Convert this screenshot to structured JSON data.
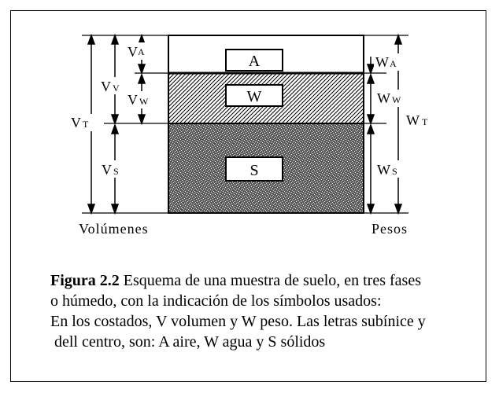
{
  "diagram": {
    "phases": {
      "air": "A",
      "water": "W",
      "solids": "S"
    },
    "volume_labels": {
      "va": {
        "main": "V",
        "sub": "A"
      },
      "vv": {
        "main": "V",
        "sub": "V"
      },
      "vw": {
        "main": "V",
        "sub": "W"
      },
      "vt": {
        "main": "V",
        "sub": "T"
      },
      "vs": {
        "main": "V",
        "sub": "S"
      }
    },
    "weight_labels": {
      "wa": {
        "main": "W",
        "sub": "A"
      },
      "ww": {
        "main": "W",
        "sub": "W"
      },
      "wt": {
        "main": "W",
        "sub": "T"
      },
      "ws": {
        "main": "W",
        "sub": "S"
      }
    },
    "left_caption": "Volúmenes",
    "right_caption": "Pesos"
  },
  "caption": {
    "label": "Figura 2.2",
    "line1": " Esquema de una muestra de suelo, en tres fases",
    "line2": "o húmedo, con la indicación de los símbolos usados:",
    "line3": "En los costados, V volumen y W peso. Las letras subínice y",
    "line4": " dell centro, son: A aire, W agua y S sólidos"
  }
}
